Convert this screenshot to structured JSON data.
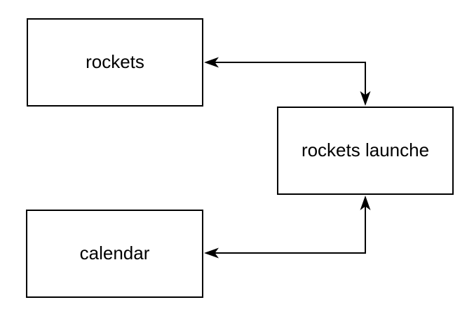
{
  "diagram": {
    "type": "flowchart",
    "background": "#ffffff",
    "stroke_color": "#000000",
    "node_fill": "#ffffff",
    "text_color": "#000000",
    "nodes": [
      {
        "id": "rockets",
        "label": "rockets"
      },
      {
        "id": "rockets-launche",
        "label": "rockets launche"
      },
      {
        "id": "calendar",
        "label": "calendar"
      }
    ],
    "edges": [
      {
        "id": "edge-rockets-launche--rockets",
        "from": "rockets-launche",
        "to": "rockets",
        "shape": "elbow",
        "arrows": "both-ends"
      },
      {
        "id": "edge-rockets-launche--calendar",
        "from": "rockets-launche",
        "to": "calendar",
        "shape": "elbow",
        "arrows": "both-ends"
      }
    ]
  }
}
